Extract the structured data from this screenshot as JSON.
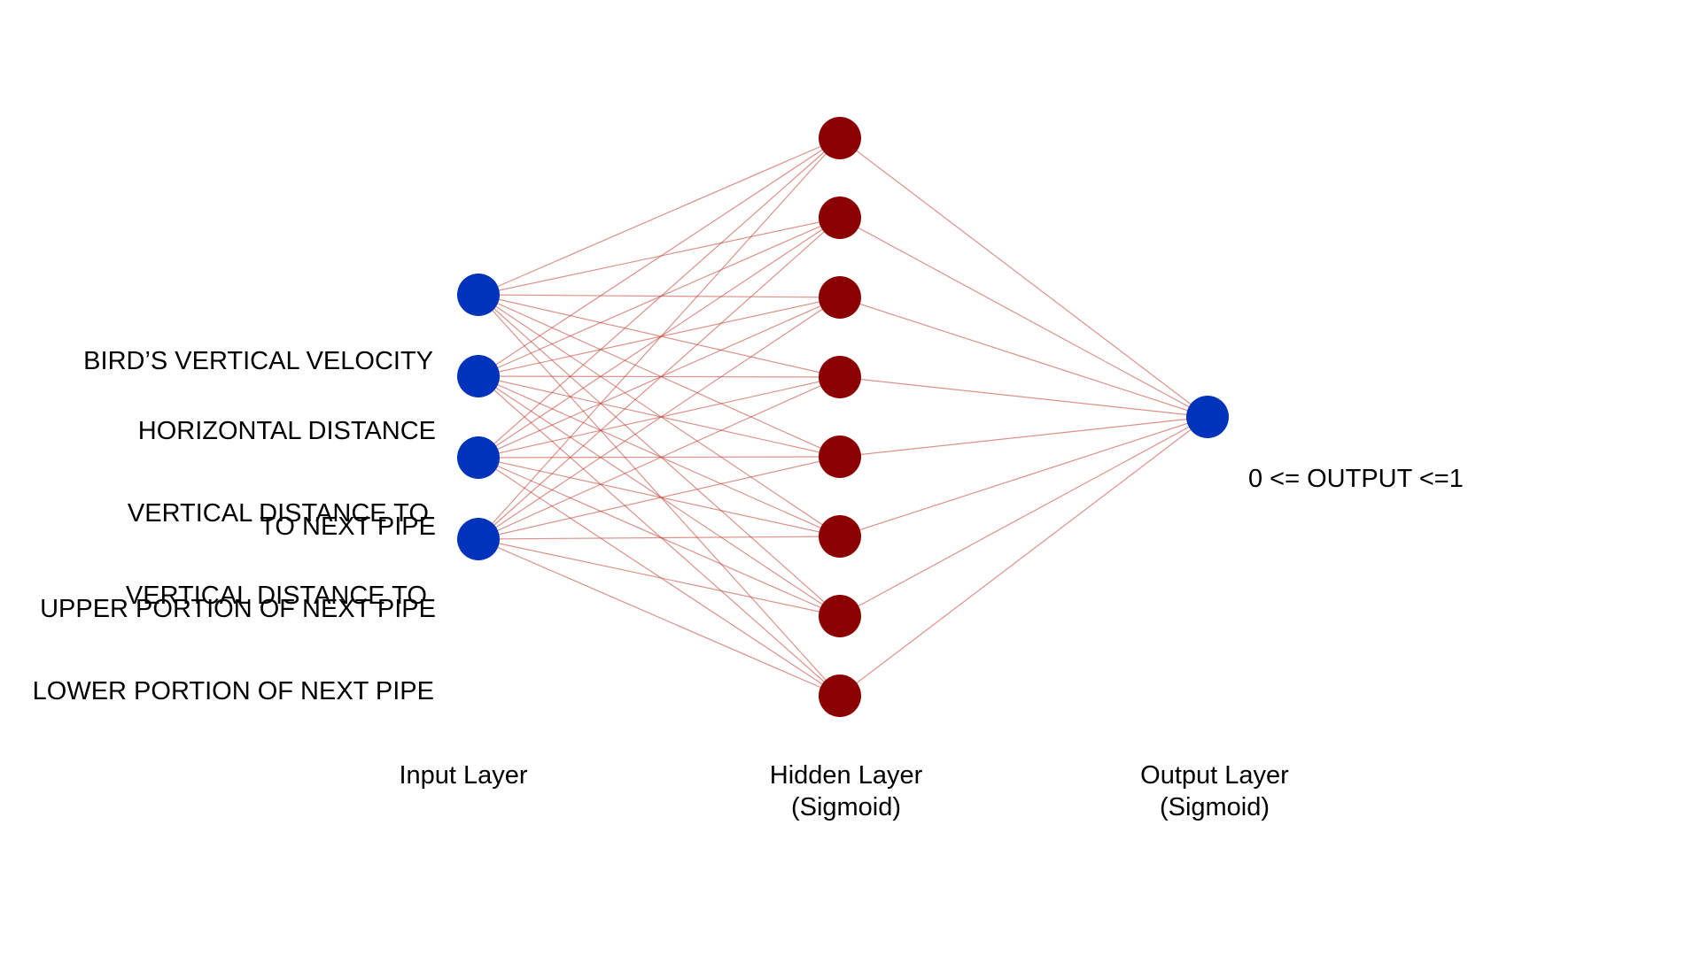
{
  "colors": {
    "input_node": "#0033bb",
    "hidden_node": "#8b0000",
    "output_node": "#0033bb",
    "edge": "#c0392b"
  },
  "network": {
    "input_count": 4,
    "hidden_count": 8,
    "output_count": 1
  },
  "inputs": [
    {
      "line1": "BIRD’S VERTICAL VELOCITY",
      "line2": ""
    },
    {
      "line1": "HORIZONTAL DISTANCE",
      "line2": "TO NEXT PIPE"
    },
    {
      "line1": "VERTICAL DISTANCE TO ",
      "line2": "UPPER PORTION OF NEXT PIPE"
    },
    {
      "line1": "VERTICAL DISTANCE TO ",
      "line2": "LOWER PORTION OF NEXT PIPE"
    }
  ],
  "output": {
    "label": "0 <= OUTPUT <=1"
  },
  "layers": {
    "input": {
      "line1": "Input Layer",
      "line2": ""
    },
    "hidden": {
      "line1": "Hidden Layer",
      "line2": "(Sigmoid)"
    },
    "output": {
      "line1": "Output Layer",
      "line2": "(Sigmoid)"
    }
  }
}
